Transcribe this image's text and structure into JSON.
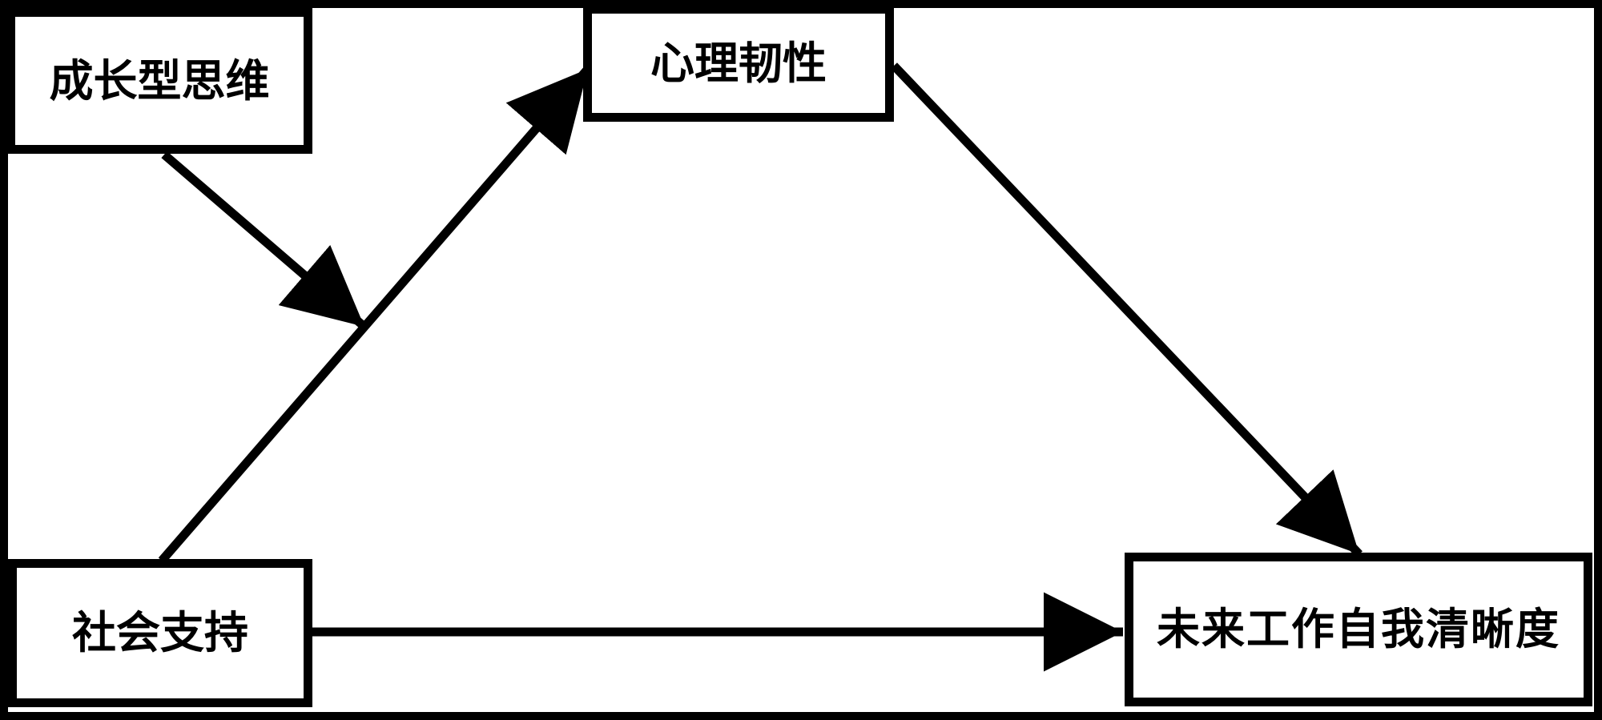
{
  "nodes": {
    "growth_mindset": {
      "label": "成长型思维"
    },
    "psychological_resilience": {
      "label": "心理韧性"
    },
    "social_support": {
      "label": "社会支持"
    },
    "future_work_self_clarity": {
      "label": "未来工作自我清晰度"
    }
  },
  "edges": [
    {
      "from": "social_support",
      "to": "psychological_resilience",
      "type": "arrow"
    },
    {
      "from": "psychological_resilience",
      "to": "future_work_self_clarity",
      "type": "arrow"
    },
    {
      "from": "social_support",
      "to": "future_work_self_clarity",
      "type": "arrow"
    },
    {
      "from": "growth_mindset",
      "to": "path:social_support-to-psychological_resilience",
      "type": "arrow",
      "role": "moderation"
    }
  ],
  "colors": {
    "ink": "#000000",
    "background": "#ffffff"
  }
}
